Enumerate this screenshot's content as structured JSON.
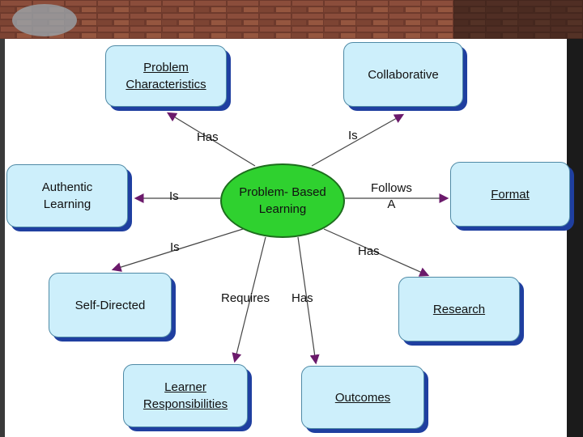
{
  "center": {
    "lines": [
      "Problem-",
      "Based",
      "Learning"
    ]
  },
  "nodes": {
    "problem_characteristics": [
      "Problem",
      "Characteristics"
    ],
    "collaborative": [
      "Collaborative"
    ],
    "authentic_learning": [
      "Authentic",
      "Learning"
    ],
    "format": [
      "Format"
    ],
    "self_directed": [
      "Self-Directed"
    ],
    "research": [
      "Research"
    ],
    "learner_responsibilities": [
      "Learner",
      "Responsibilities"
    ],
    "outcomes": [
      "Outcomes"
    ]
  },
  "links": {
    "has_1": "Has",
    "is_1": "Is",
    "is_2": "Is",
    "follows_1": "Follows",
    "follows_2": "A",
    "is_3": "Is",
    "has_2": "Has",
    "requires": "Requires",
    "has_3": "Has"
  },
  "colors": {
    "link": "#6b1a6b",
    "node_fill": "#cdeffb",
    "center_fill": "#2fd12f"
  }
}
